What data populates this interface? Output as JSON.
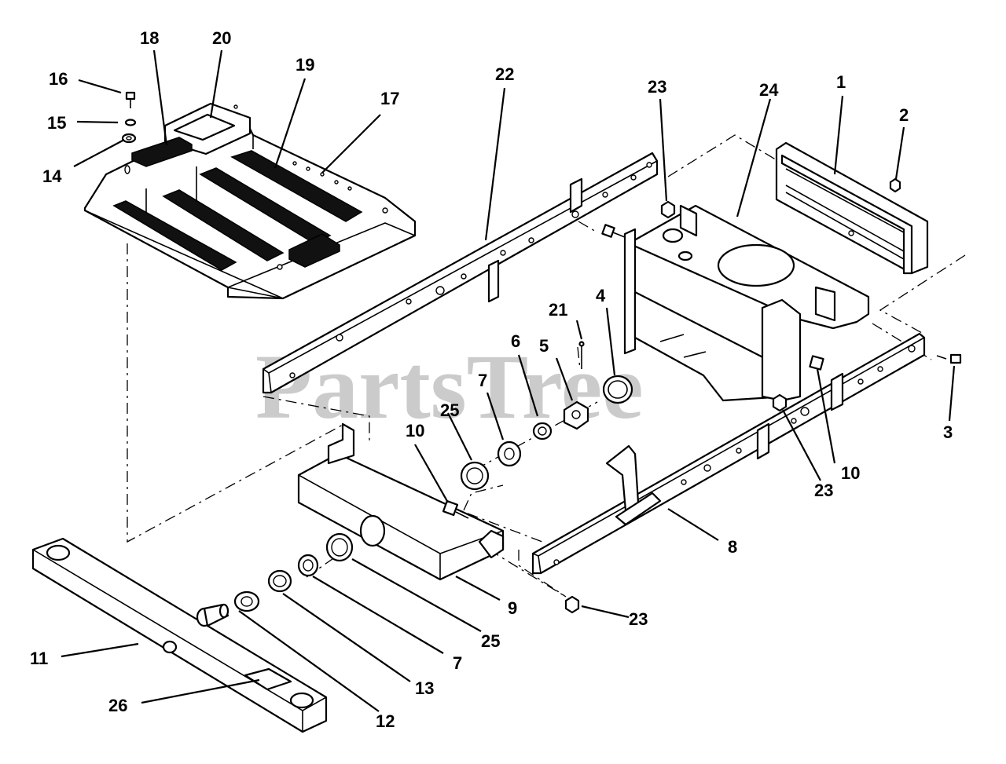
{
  "watermark": "PartsTree",
  "callouts": [
    {
      "id": "c1",
      "label": "1"
    },
    {
      "id": "c2",
      "label": "2"
    },
    {
      "id": "c3",
      "label": "3"
    },
    {
      "id": "c4",
      "label": "4"
    },
    {
      "id": "c5",
      "label": "5"
    },
    {
      "id": "c6",
      "label": "6"
    },
    {
      "id": "c7a",
      "label": "7"
    },
    {
      "id": "c7b",
      "label": "7"
    },
    {
      "id": "c8",
      "label": "8"
    },
    {
      "id": "c9",
      "label": "9"
    },
    {
      "id": "c10a",
      "label": "10"
    },
    {
      "id": "c10b",
      "label": "10"
    },
    {
      "id": "c11",
      "label": "11"
    },
    {
      "id": "c12",
      "label": "12"
    },
    {
      "id": "c13",
      "label": "13"
    },
    {
      "id": "c14",
      "label": "14"
    },
    {
      "id": "c15",
      "label": "15"
    },
    {
      "id": "c16",
      "label": "16"
    },
    {
      "id": "c17",
      "label": "17"
    },
    {
      "id": "c18",
      "label": "18"
    },
    {
      "id": "c19",
      "label": "19"
    },
    {
      "id": "c20",
      "label": "20"
    },
    {
      "id": "c21",
      "label": "21"
    },
    {
      "id": "c22",
      "label": "22"
    },
    {
      "id": "c23a",
      "label": "23"
    },
    {
      "id": "c23b",
      "label": "23"
    },
    {
      "id": "c23c",
      "label": "23"
    },
    {
      "id": "c24",
      "label": "24"
    },
    {
      "id": "c25a",
      "label": "25"
    },
    {
      "id": "c25b",
      "label": "25"
    },
    {
      "id": "c26",
      "label": "26"
    }
  ]
}
